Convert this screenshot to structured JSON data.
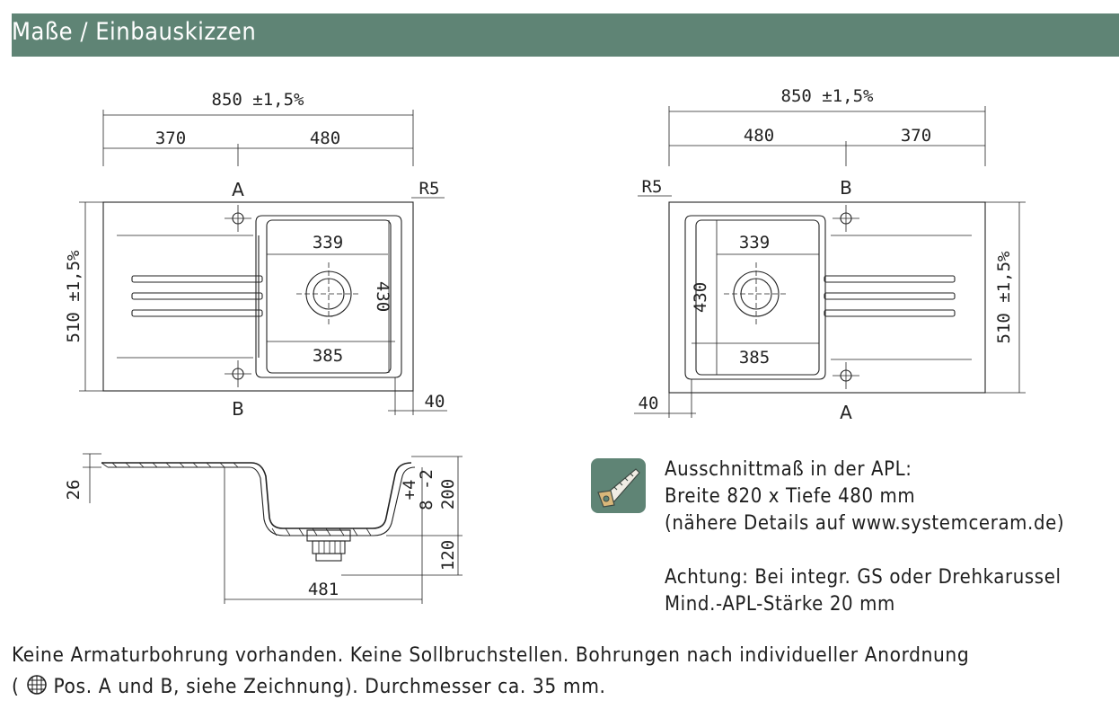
{
  "header": {
    "title": "Maße / Einbauskizzen"
  },
  "left_drawing": {
    "overall_width": "850 ±1,5%",
    "segment_left": "370",
    "segment_right": "480",
    "height": "510 ±1,5%",
    "radius": "R5",
    "position_a": "A",
    "position_b": "B",
    "bowl_width_top": "339",
    "bowl_width_bottom": "385",
    "bowl_depth": "430",
    "edge": "40"
  },
  "right_drawing": {
    "overall_width": "850 ±1,5%",
    "segment_left": "480",
    "segment_right": "370",
    "height": "510 ±1,5%",
    "radius": "R5",
    "position_a": "A",
    "position_b": "B",
    "bowl_width_top": "339",
    "bowl_width_bottom": "385",
    "bowl_depth": "430",
    "edge": "40"
  },
  "section_drawing": {
    "rim_height": "26",
    "tolerance_plus": "+4",
    "tolerance_minus": "8 -2",
    "depth": "200",
    "drain_height": "120",
    "bowl_width": "481"
  },
  "note": {
    "icon": "saw-icon",
    "line1": "Ausschnittmaß in der APL:",
    "line2": "Breite 820 x Tiefe 480 mm",
    "line3": "(nähere Details auf www.systemceram.de)",
    "line4": "Achtung: Bei integr. GS oder Drehkarussel",
    "line5": "Mind.-APL-Stärke 20 mm"
  },
  "footer": {
    "line1": "Keine Armaturbohrung vorhanden. Keine Sollbruchstellen. Bohrungen nach individueller Anordnung",
    "line2_prefix": "(",
    "line2_icon": "grid-circle-icon",
    "line2_rest": " Pos. A und B, siehe Zeichnung). Durchmesser ca. 35 mm."
  },
  "colors": {
    "header_bg": "#5f8475",
    "icon_bg": "#5f8475",
    "line": "#222222"
  }
}
